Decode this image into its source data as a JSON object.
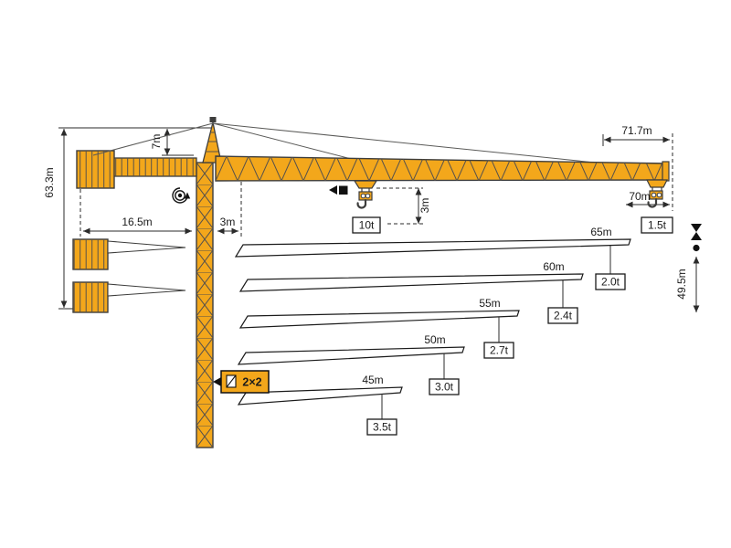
{
  "colors": {
    "crane_yellow": "#F3A71B",
    "outline_dark": "#3D3D3C",
    "dimension_line": "#2B2B2B"
  },
  "labels": {
    "total_height": "63.3m",
    "tower_head_height": "7m",
    "counter_radius": "16.5m",
    "rear_offset": "3m",
    "hook_drop": "3m",
    "jib_span": "71.7m",
    "max_radius": "70m",
    "hook_height": "49.5m",
    "max_load": "10t",
    "tip_load": "1.5t",
    "reeving": "2×2"
  },
  "chart_data": {
    "type": "table",
    "rows": [
      {
        "radius": "65m",
        "capacity": "2.0t"
      },
      {
        "radius": "60m",
        "capacity": "2.4t"
      },
      {
        "radius": "55m",
        "capacity": "2.7t"
      },
      {
        "radius": "50m",
        "capacity": "3.0t"
      },
      {
        "radius": "45m",
        "capacity": "3.5t"
      }
    ]
  }
}
